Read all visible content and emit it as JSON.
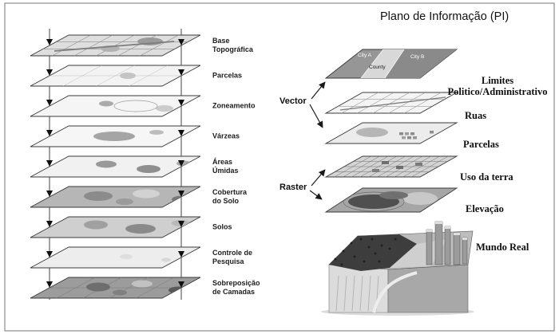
{
  "frame": {
    "title": "Plano de Informação (PI)"
  },
  "left_stack": {
    "layers": [
      {
        "label": "Base Topográfica"
      },
      {
        "label": "Parcelas"
      },
      {
        "label": "Zoneamento"
      },
      {
        "label": "Várzeas"
      },
      {
        "label": "Áreas Úmidas"
      },
      {
        "label": "Cobertura do Solo"
      },
      {
        "label": "Solos"
      },
      {
        "label": "Controle de Pesquisa"
      },
      {
        "label": "Sobreposição de Camadas"
      }
    ]
  },
  "right_stack": {
    "group_labels": {
      "vector": "Vector",
      "raster": "Raster"
    },
    "layers": [
      {
        "label": "Limites Politico/Administrativo"
      },
      {
        "label": "Ruas"
      },
      {
        "label": "Parcelas"
      },
      {
        "label": "Uso da terra"
      },
      {
        "label": "Elevação"
      },
      {
        "label": "Mundo Real"
      }
    ],
    "map_annotations": {
      "city_a": "City A",
      "city_b": "City B",
      "county": "County"
    }
  }
}
